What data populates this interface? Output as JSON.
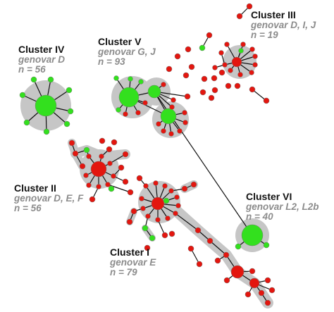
{
  "colors": {
    "red": "#e3160f",
    "green": "#33e01e",
    "halo": "#c6c6c6",
    "edge": "#111111",
    "name_text": "#111111",
    "sub_text": "#8c8c8c"
  },
  "clusters": [
    {
      "id": "iv",
      "name": "Cluster IV",
      "genovar": "genovar D",
      "n": "n = 56"
    },
    {
      "id": "v",
      "name": "Cluster V",
      "genovar": "genovar G, J",
      "n": "n = 93"
    },
    {
      "id": "iii",
      "name": "Cluster III",
      "genovar": "genovar D, I, J",
      "n": "n = 19"
    },
    {
      "id": "ii",
      "name": "Cluster II",
      "genovar": "genovar D, E, F",
      "n": "n = 56"
    },
    {
      "id": "vi",
      "name": "Cluster VI",
      "genovar": "genovar L2, L2b",
      "n": "n = 40"
    },
    {
      "id": "i",
      "name": "Cluster I",
      "genovar": "genovar E",
      "n": "n = 79"
    }
  ]
}
